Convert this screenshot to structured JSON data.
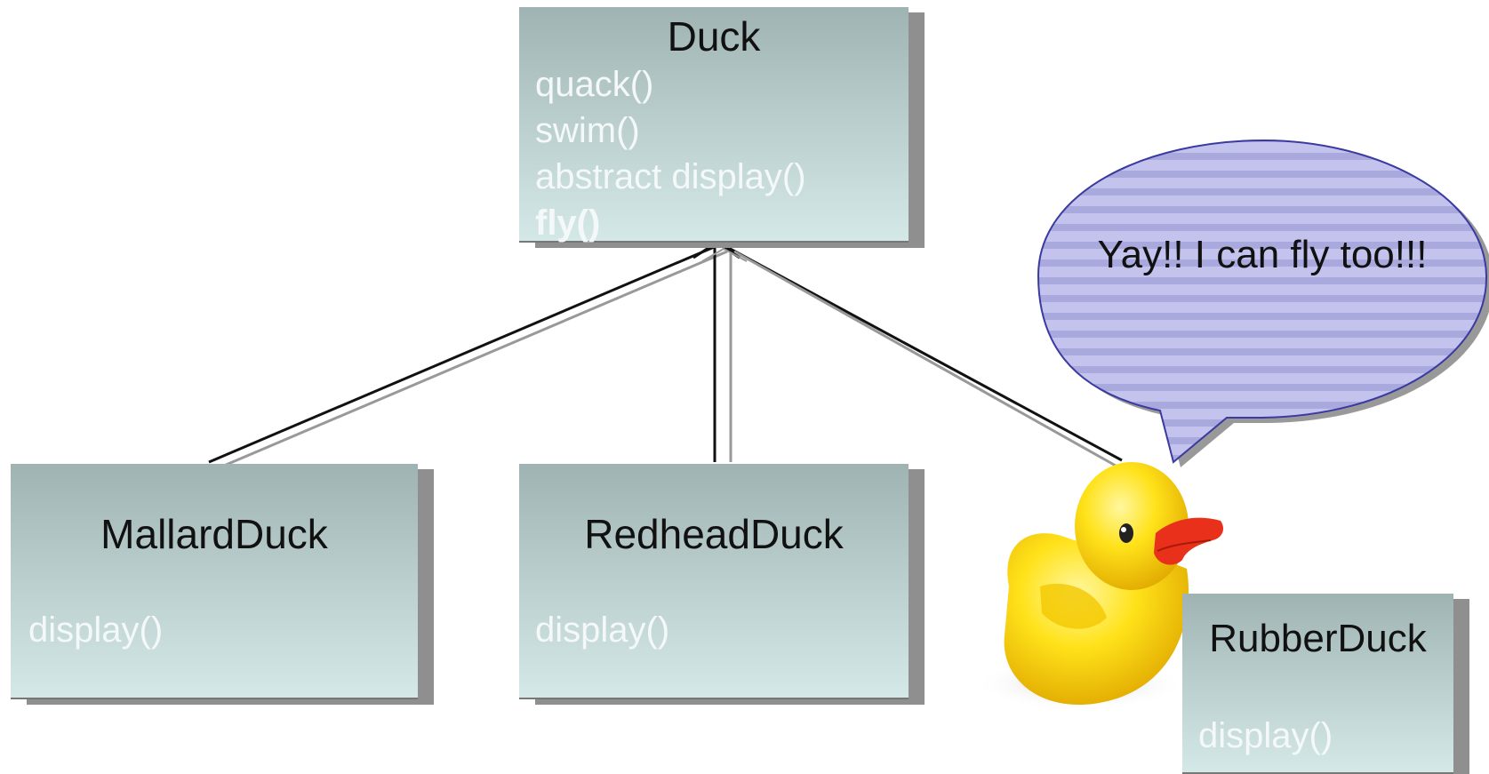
{
  "duck": {
    "name": "Duck",
    "methods": [
      "quack()",
      "swim()",
      "abstract display()",
      "fly()"
    ]
  },
  "mallard": {
    "name": "MallardDuck",
    "method": "display()"
  },
  "redhead": {
    "name": "RedheadDuck",
    "method": "display()"
  },
  "rubber": {
    "name": "RubberDuck",
    "method": "display()"
  },
  "speech_bubble": {
    "text": "Yay!! I can fly too!!!"
  },
  "colors": {
    "class_box_top": "#9fb3b3",
    "class_box_bottom": "#d4e8e8",
    "bubble_fill": "#b8b8e8",
    "bubble_stroke": "#3a3aa0",
    "duck_yellow": "#ffe21a",
    "duck_beak": "#e8301a"
  }
}
